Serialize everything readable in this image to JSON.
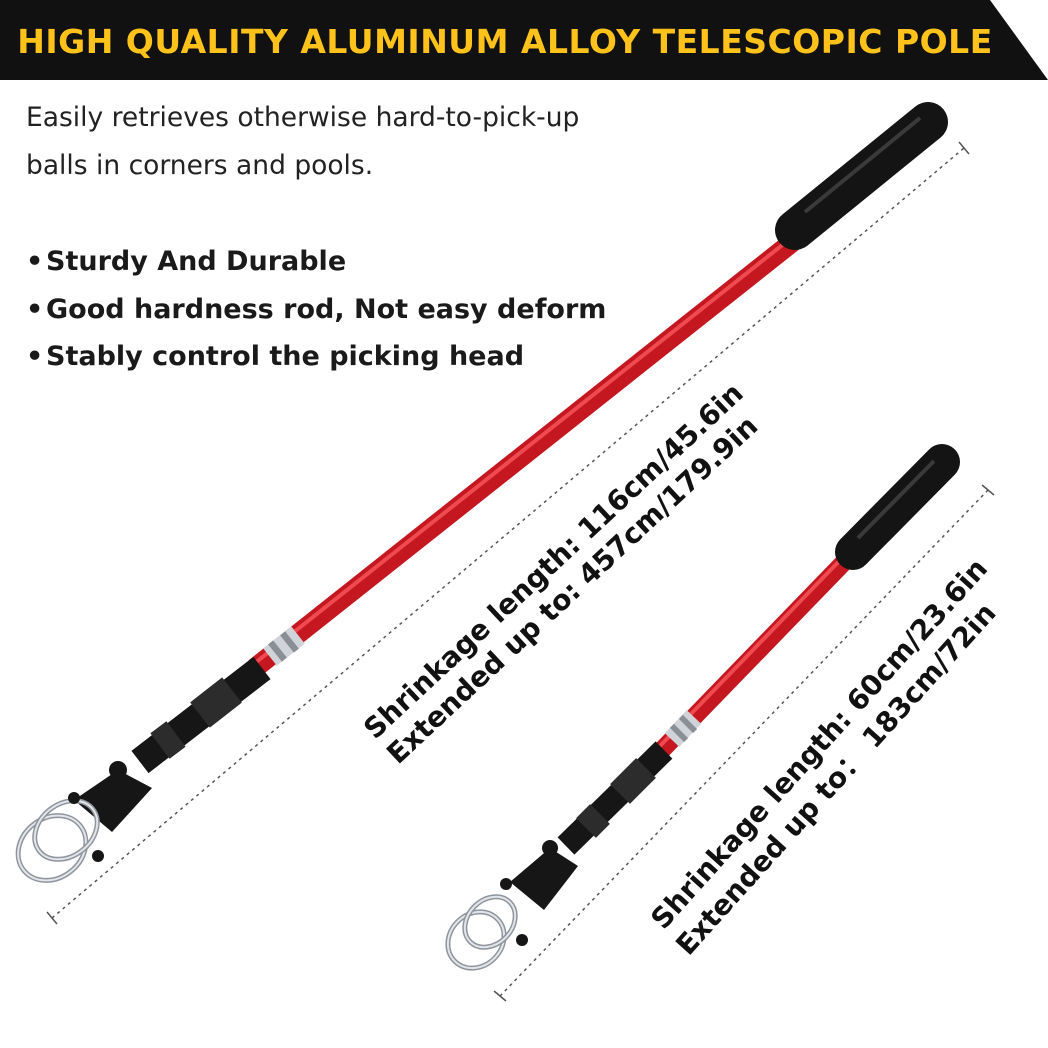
{
  "banner": {
    "title": "HIGH QUALITY ALUMINUM ALLOY TELESCOPIC POLE",
    "bg_color": "#111111",
    "text_color": "#ffc21a"
  },
  "intro": {
    "line1": "Easily retrieves otherwise hard-to-pick-up",
    "line2": "balls in corners and pools."
  },
  "features": [
    "Sturdy And Durable",
    "Good hardness rod, Not easy deform",
    "Stably control the picking head"
  ],
  "bullet_char": "•",
  "large_pole": {
    "shrinkage": "Shrinkage length:  116cm/45.6in",
    "extended": "Extended up to:  457cm/179.9in"
  },
  "small_pole": {
    "shrinkage": "Shrinkage length:  60cm/23.6in",
    "extended": "Extended up to： 183cm/72in"
  },
  "colors": {
    "pole_red": "#d81b25",
    "grip_black": "#141414",
    "ring_silver": "#c8ccd2"
  }
}
